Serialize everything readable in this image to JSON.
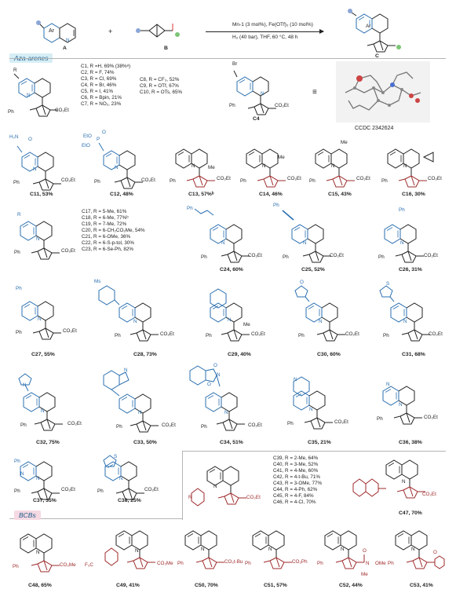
{
  "reaction": {
    "reagent_a_label": "A",
    "reagent_b_label": "B",
    "product_label": "C",
    "plus": "+",
    "ring_label": "Ar",
    "catalyst_line": "Mn-1 (3 mol%), Fe(OTf)₂ (10 mol%)",
    "conditions_line": "H₂ (40 bar), THF, 60 °C, 48 h"
  },
  "sections": {
    "aza": "Aza-arenes",
    "bcb": "BCBs"
  },
  "common": {
    "ph": "Ph",
    "co2et": "CO₂Et",
    "r": "R",
    "br": "Br",
    "me": "Me",
    "ms": "Ms",
    "n": "N",
    "o": "O",
    "s": "S",
    "p": "P",
    "eto": "EtO",
    "h2n": "H₂N",
    "f3c": "F₃C",
    "equiv": "≡"
  },
  "ccdc": "CCDC 2342624",
  "series_c1_c7": [
    "C1, R =H, 69% (38%ᵃ)",
    "C2, R = F, 74%",
    "C3, R = Cl, 69%",
    "C4, R = Br, 46%",
    "C5, R = I, 41%",
    "C6, R = Bpin, 21%",
    "C7, R = NO₂, 23%"
  ],
  "series_c8_c10": [
    "C8, R = CF₃, 52%",
    "C9, R = OTf, 67%",
    "C10, R = OTs, 65%"
  ],
  "series_c17_c23": [
    "C17, R = 5-Me, 61%",
    "C18, R = 6-Me, 77%ᵇ",
    "C19, R = 7-Me, 72%",
    "C20, R = 6-CH₂CO₂Me, 54%",
    "C21, R = 6-OMe, 36%",
    "C22, R = 6-S-p-tol, 30%",
    "C23, R = 6-Se-Ph, 82%"
  ],
  "series_c39_c46": [
    "C39, R = 2-Me, 64%",
    "C40, R = 3-Me, 52%",
    "C41, R = 4-Me, 60%",
    "C42, R = 4-t-Bu, 71%",
    "C43, R = 3-OMe, 77%",
    "C44, R = 4-Ph, 62%",
    "C45, R = 4-F, 84%",
    "C46, R = 4-Cl, 70%"
  ],
  "compounds": {
    "c4": "C4",
    "c11": "C11, 53%",
    "c12": "C12, 48%",
    "c13": "C13, 57%ᵇ",
    "c14": "C14, 46%",
    "c15": "C15, 43%",
    "c16": "C16, 30%",
    "c24": "C24, 60%",
    "c25": "C25, 52%",
    "c26": "C26, 31%",
    "c27": "C27, 55%",
    "c28": "C28, 73%",
    "c29": "C29, 40%",
    "c30": "C30, 60%",
    "c31": "C31, 68%",
    "c32": "C32, 75%",
    "c33": "C33, 50%",
    "c34": "C34, 51%",
    "c35": "C35, 21%",
    "c36": "C36, 38%",
    "c37": "C37, 35%",
    "c38": "C38, 25%",
    "c47": "C47, 70%",
    "c48": "C48, 65%",
    "c49": "C49, 41%",
    "c50": "C50, 70%",
    "c51": "C51, 57%",
    "c52": "C52, 44%",
    "c53": "C53, 41%"
  },
  "esters": {
    "co2me": "CO₂Me",
    "co2tbu": "CO₂t-Bu",
    "co2ph": "CO₂Ph",
    "ome": "OMe"
  },
  "colors": {
    "blue": "#2a6fb0",
    "red": "#9e2a2b",
    "aza_tag": "#d6eef5",
    "bcb_tag": "#f5d9e3"
  }
}
